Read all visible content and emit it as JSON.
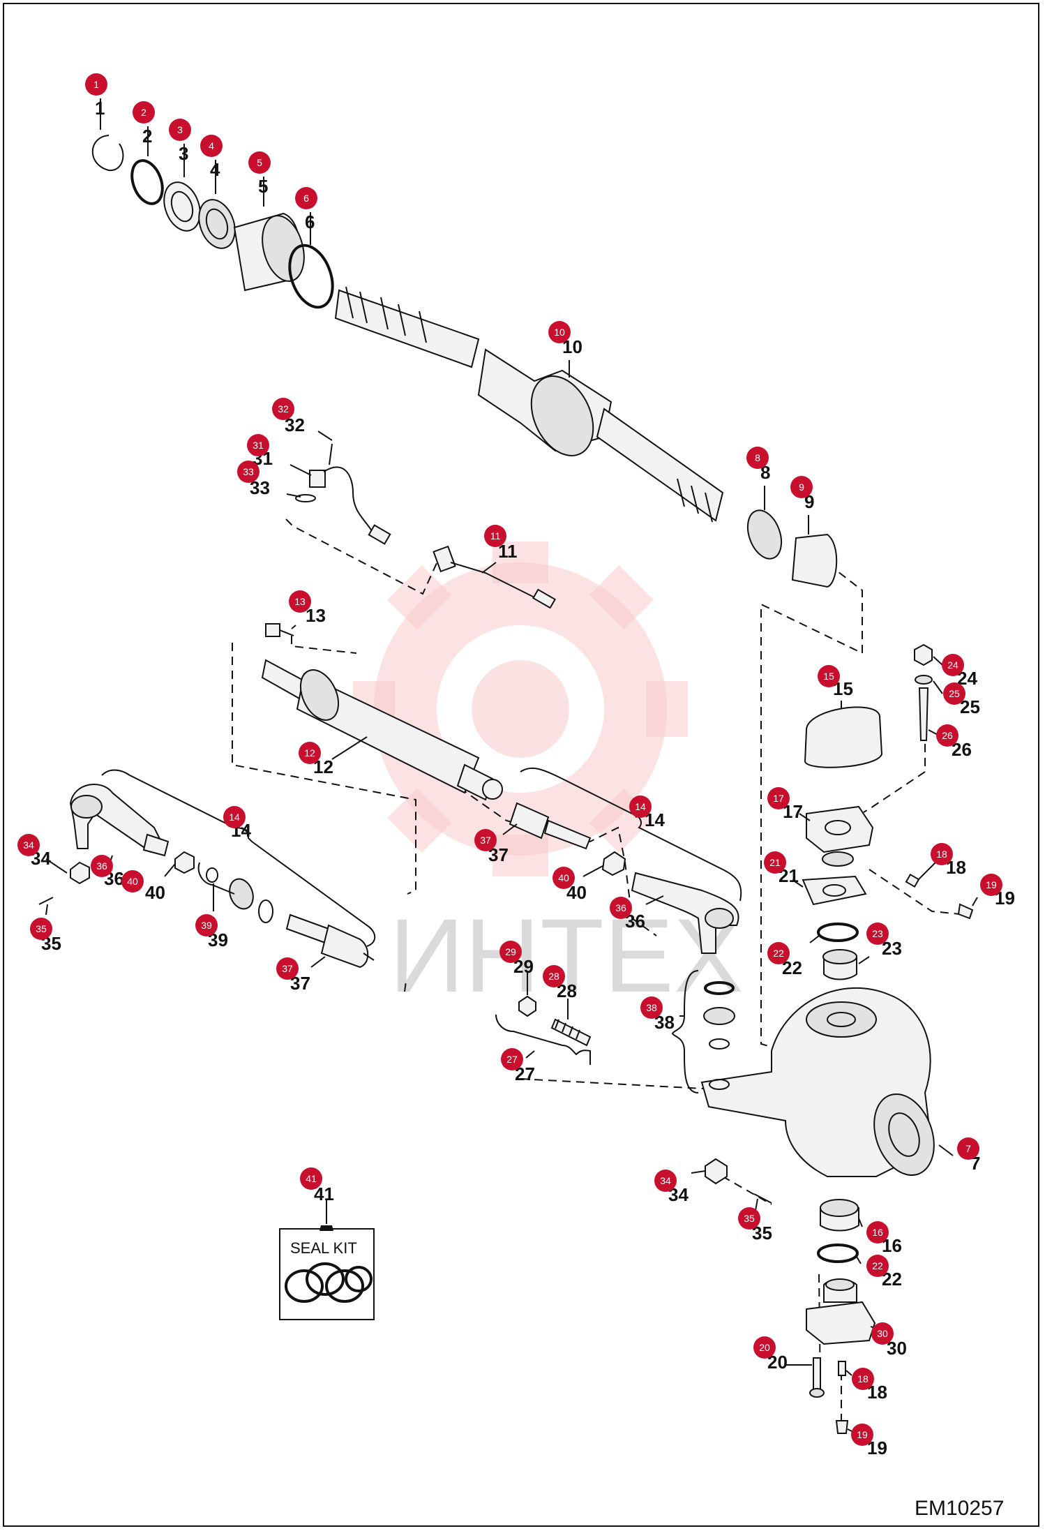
{
  "watermark": {
    "text": "ИНТЕХ",
    "color": "#f7c4c4"
  },
  "diagram_code": "EM10257",
  "badge_color": "#c8102e",
  "seal_kit": {
    "label": "SEAL KIT"
  },
  "callouts": [
    {
      "n": "1"
    },
    {
      "n": "2"
    },
    {
      "n": "3"
    },
    {
      "n": "4"
    },
    {
      "n": "5"
    },
    {
      "n": "6"
    },
    {
      "n": "10"
    },
    {
      "n": "32"
    },
    {
      "n": "31"
    },
    {
      "n": "33"
    },
    {
      "n": "8"
    },
    {
      "n": "9"
    },
    {
      "n": "11"
    },
    {
      "n": "13"
    },
    {
      "n": "15"
    },
    {
      "n": "24"
    },
    {
      "n": "25"
    },
    {
      "n": "26"
    },
    {
      "n": "12"
    },
    {
      "n": "14"
    },
    {
      "n": "14"
    },
    {
      "n": "17"
    },
    {
      "n": "34"
    },
    {
      "n": "36"
    },
    {
      "n": "40"
    },
    {
      "n": "35"
    },
    {
      "n": "37"
    },
    {
      "n": "40"
    },
    {
      "n": "21"
    },
    {
      "n": "18"
    },
    {
      "n": "19"
    },
    {
      "n": "36"
    },
    {
      "n": "39"
    },
    {
      "n": "22"
    },
    {
      "n": "23"
    },
    {
      "n": "37"
    },
    {
      "n": "29"
    },
    {
      "n": "28"
    },
    {
      "n": "38"
    },
    {
      "n": "27"
    },
    {
      "n": "7"
    },
    {
      "n": "41"
    },
    {
      "n": "34"
    },
    {
      "n": "35"
    },
    {
      "n": "16"
    },
    {
      "n": "22"
    },
    {
      "n": "20"
    },
    {
      "n": "30"
    },
    {
      "n": "18"
    },
    {
      "n": "19"
    }
  ]
}
